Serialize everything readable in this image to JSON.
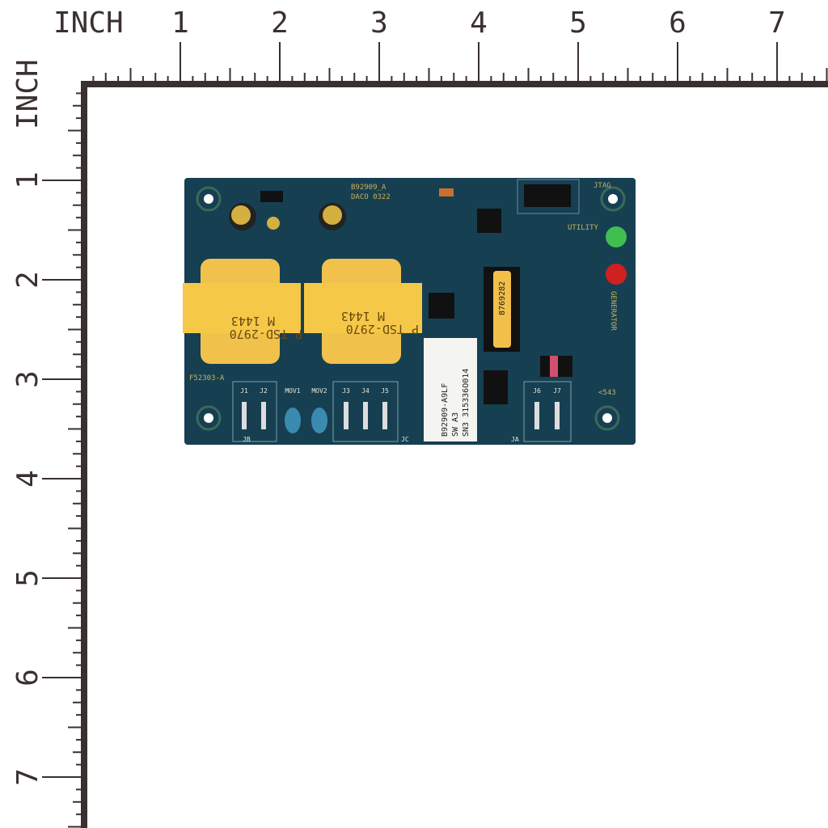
{
  "ruler": {
    "unit_label": "INCH",
    "top_numbers": [
      "1",
      "2",
      "3",
      "4",
      "5",
      "6",
      "7"
    ],
    "left_numbers": [
      "1",
      "2",
      "3",
      "4",
      "5",
      "6",
      "7"
    ]
  },
  "board": {
    "part_silk": "B92909_A",
    "maker_silk": "DACO 0322",
    "board_id": "F52303-A",
    "jtag": "JTAG",
    "utility": "UTILITY",
    "generator": "GENERATOR",
    "code": "<543",
    "transformer1": {
      "line1": "M 1443",
      "line2": "P TSD-2970"
    },
    "transformer2": {
      "line1": "M 1443",
      "line2": "P TSD-2970"
    },
    "relay_sticker": "8769282",
    "label": {
      "line1": "B92909-A9LF",
      "line2": "SW  A3",
      "line3": "SN3 315336O014"
    },
    "connectors": [
      "J1",
      "J2",
      "MOV1",
      "MOV2",
      "J3",
      "J4",
      "J5",
      "J6",
      "J7"
    ],
    "connector_groups": [
      "JB",
      "JC",
      "JA"
    ],
    "colors": {
      "pcb": "#163f52",
      "transformer": "#f2c04a",
      "led_green": "#3fbf4f",
      "led_red": "#d02020",
      "ruler": "#3a3030"
    }
  }
}
